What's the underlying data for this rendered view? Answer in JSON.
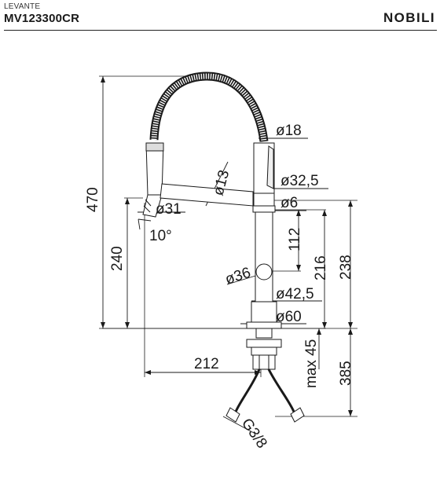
{
  "header": {
    "collection": "LEVANTE",
    "model": "MV123300CR",
    "brand": "NOBILI"
  },
  "dimensions": {
    "total_height": "470",
    "spout_height": "240",
    "tilt_angle": "10°",
    "aerator_diameter": "ø31",
    "spout_diameter": "ø13",
    "hose_diameter": "ø18",
    "handle_top_diameter": "ø32,5",
    "body_diameter_small": "ø6",
    "dim_112": "112",
    "dim_216": "216",
    "dim_238": "238",
    "lever_diameter": "ø36",
    "body_diameter": "ø42,5",
    "base_diameter": "ø60",
    "max_thickness": "max 45",
    "hose_length": "385",
    "reach": "212",
    "connection": "G3/8"
  }
}
